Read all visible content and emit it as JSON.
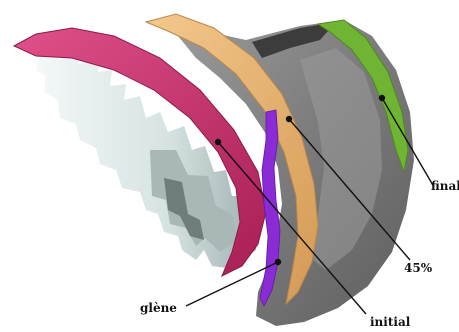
{
  "labels": {
    "final": "final",
    "pct45": "45%",
    "glene": "glène",
    "initial": "initial"
  },
  "colors": {
    "background": "#ffffff",
    "humerus_body": "#7d7d7d",
    "glene_bone": "#e4ecec",
    "contour_final": "#6fb432",
    "contour_45": "#e6b473",
    "contour_initial": "#c8336e",
    "glene_surface": "#8a2bd6",
    "leader_line": "#111111"
  }
}
